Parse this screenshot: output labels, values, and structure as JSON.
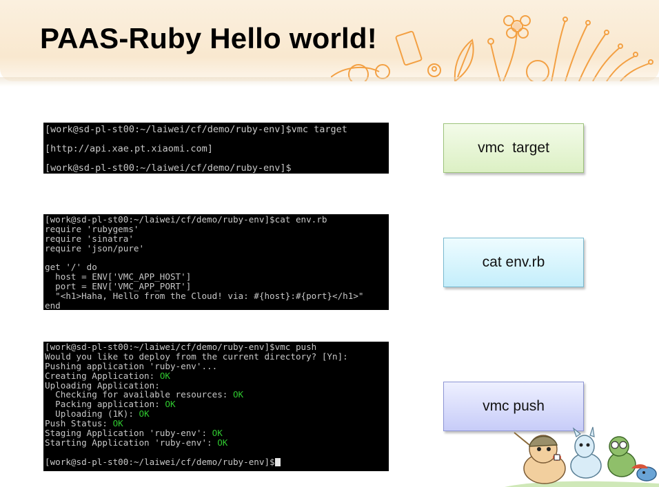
{
  "slide": {
    "title": "PAAS-Ruby Hello world!"
  },
  "terminals": [
    {
      "name": "vmc-target-terminal",
      "lines": [
        [
          {
            "t": "[work@sd-pl-st00:~/laiwei/cf/demo/ruby-env]$vmc target"
          }
        ],
        [
          {
            "t": "[http://api.xae.pt.xiaomi.com]"
          }
        ],
        [
          {
            "t": "[work@sd-pl-st00:~/laiwei/cf/demo/ruby-env]$"
          }
        ]
      ]
    },
    {
      "name": "cat-env-terminal",
      "lines": [
        [
          {
            "t": "[work@sd-pl-st00:~/laiwei/cf/demo/ruby-env]$cat env.rb"
          }
        ],
        [
          {
            "t": "require 'rubygems'"
          }
        ],
        [
          {
            "t": "require 'sinatra'"
          }
        ],
        [
          {
            "t": "require 'json/pure'"
          }
        ],
        [
          {
            "t": ""
          }
        ],
        [
          {
            "t": "get '/' do"
          }
        ],
        [
          {
            "t": "  host = ENV['VMC_APP_HOST']"
          }
        ],
        [
          {
            "t": "  port = ENV['VMC_APP_PORT']"
          }
        ],
        [
          {
            "t": "  \"<h1>Haha, Hello from the Cloud! via: #{host}:#{port}</h1>\""
          }
        ],
        [
          {
            "t": "end"
          }
        ]
      ]
    },
    {
      "name": "vmc-push-terminal",
      "lines": [
        [
          {
            "t": "[work@sd-pl-st00:~/laiwei/cf/demo/ruby-env]$vmc push"
          }
        ],
        [
          {
            "t": "Would you like to deploy from the current directory? [Yn]:"
          }
        ],
        [
          {
            "t": "Pushing application 'ruby-env'..."
          }
        ],
        [
          {
            "t": "Creating Application: "
          },
          {
            "t": "OK",
            "c": "ok"
          }
        ],
        [
          {
            "t": "Uploading Application:"
          }
        ],
        [
          {
            "t": "  Checking for available resources: "
          },
          {
            "t": "OK",
            "c": "ok"
          }
        ],
        [
          {
            "t": "  Packing application: "
          },
          {
            "t": "OK",
            "c": "ok"
          }
        ],
        [
          {
            "t": "  Uploading (1K): "
          },
          {
            "t": "OK",
            "c": "ok"
          }
        ],
        [
          {
            "t": "Push Status: "
          },
          {
            "t": "OK",
            "c": "ok"
          }
        ],
        [
          {
            "t": "Staging Application 'ruby-env': "
          },
          {
            "t": "OK",
            "c": "ok"
          }
        ],
        [
          {
            "t": "Starting Application 'ruby-env': "
          },
          {
            "t": "OK",
            "c": "ok"
          }
        ],
        [
          {
            "t": ""
          }
        ],
        [
          {
            "t": "[work@sd-pl-st00:~/laiwei/cf/demo/ruby-env]$"
          },
          {
            "cursor": true
          }
        ]
      ]
    }
  ],
  "callouts": {
    "target": "vmc  target",
    "cat": "cat env.rb",
    "push": "vmc push"
  },
  "colors": {
    "terminal_bg": "#000000",
    "terminal_text": "#c8c8c8",
    "ok": "#2fc82f",
    "banner": "#f9e8cf",
    "decoration_orange": "#f5a54a"
  },
  "icons": {
    "banner_decoration": "flowers-and-phone-doodle",
    "mascots": "cartoon-mascots"
  }
}
